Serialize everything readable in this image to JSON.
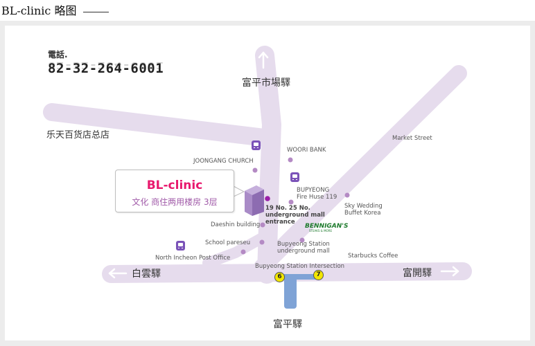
{
  "header": {
    "title": "BL-clinic 略图"
  },
  "contact": {
    "label": "電話.",
    "phone": "82-32-264-6001"
  },
  "clinic": {
    "name": "BL-clinic",
    "address": "文化 商住两用楼房 3层"
  },
  "places": {
    "north_station": "富平市場驛",
    "south_station": "富平驛",
    "west_station": "白雲驛",
    "east_station": "富開驛",
    "lotte": "乐天百货店总店",
    "market_street": "Market Street",
    "woori_bank": "WOORI BANK",
    "joongang_church": "JOONGANG CHURCH",
    "bupyeong_fire": "BUPYEONG\nFire Huse 119",
    "underground_entrance": "19 No. 25 No.\nunderground mall\nentrance",
    "sky_wedding": "Sky Wedding\nBuffet Korea",
    "daeshin": "Daeshin building",
    "school": "School pareseu",
    "bupyeong_underground": "Bupyeong Station\nunderground mall",
    "post_office": "North Incheon Post Office",
    "starbucks": "Starbucks Coffee",
    "intersection": "Bupyeong Station Intersection",
    "bennigans": "BENNIGAN'S",
    "bennigans_sub": "STEAKS & MORE"
  },
  "exits": [
    "6",
    "7"
  ],
  "colors": {
    "road": "#e6dced",
    "road_edge": "#d8cce3",
    "clinic_name": "#e8196d",
    "clinic_address": "#a05aa8",
    "marker": "#b48ac4",
    "clinic_marker": "#9b1fa8",
    "bus_icon": "#7a52b8",
    "subway_line": "#7fa3d6",
    "exit_badge": "#f2e600",
    "building": "#a98bc7"
  }
}
